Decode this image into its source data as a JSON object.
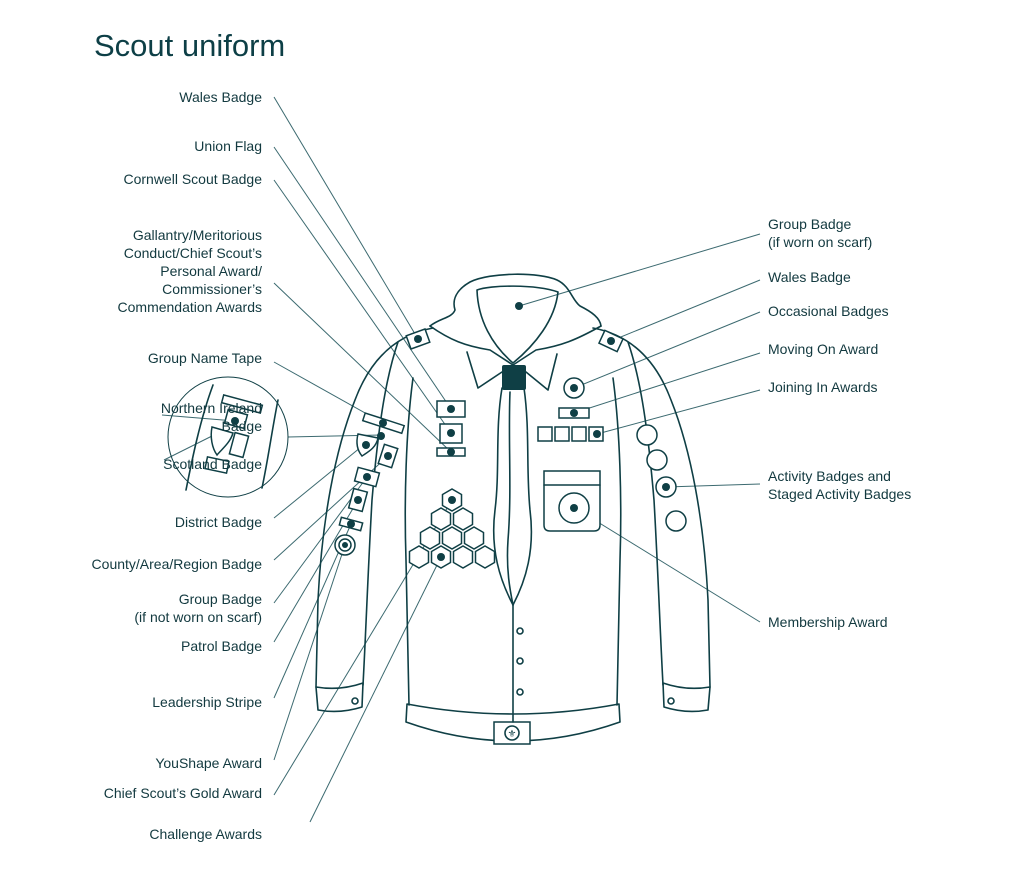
{
  "title": "Scout uniform",
  "colors": {
    "line": "#0f3f45",
    "leader": "#3c6a70",
    "text": "#12393f"
  },
  "left_labels": [
    {
      "id": "wales-badge",
      "lines": [
        "Wales Badge"
      ]
    },
    {
      "id": "union-flag",
      "lines": [
        "Union Flag"
      ]
    },
    {
      "id": "cornwell-scout-badge",
      "lines": [
        "Cornwell Scout Badge"
      ]
    },
    {
      "id": "gallantry",
      "lines": [
        "Gallantry/Meritorious",
        "Conduct/Chief Scout’s",
        "Personal Award/",
        "Commissioner’s",
        "Commendation Awards"
      ]
    },
    {
      "id": "group-name-tape",
      "lines": [
        "Group Name Tape"
      ]
    },
    {
      "id": "northern-ireland-badge",
      "lines": [
        "Northern Ireland",
        "Badge"
      ]
    },
    {
      "id": "scotland-badge",
      "lines": [
        "Scotland Badge"
      ]
    },
    {
      "id": "district-badge",
      "lines": [
        "District Badge"
      ]
    },
    {
      "id": "county-badge",
      "lines": [
        "County/Area/Region Badge"
      ]
    },
    {
      "id": "group-badge-sleeve",
      "lines": [
        "Group Badge",
        "(if not worn on scarf)"
      ]
    },
    {
      "id": "patrol-badge",
      "lines": [
        "Patrol Badge"
      ]
    },
    {
      "id": "leadership-stripe",
      "lines": [
        "Leadership Stripe"
      ]
    },
    {
      "id": "youshape-award",
      "lines": [
        "YouShape Award"
      ]
    },
    {
      "id": "chief-scouts-gold-award",
      "lines": [
        "Chief Scout’s Gold Award"
      ]
    },
    {
      "id": "challenge-awards",
      "lines": [
        "Challenge Awards"
      ]
    }
  ],
  "right_labels": [
    {
      "id": "group-badge-scarf",
      "lines": [
        "Group Badge",
        "(if worn on scarf)"
      ]
    },
    {
      "id": "wales-badge-right",
      "lines": [
        "Wales Badge"
      ]
    },
    {
      "id": "occasional-badges",
      "lines": [
        "Occasional Badges"
      ]
    },
    {
      "id": "moving-on-award",
      "lines": [
        "Moving On Award"
      ]
    },
    {
      "id": "joining-in-awards",
      "lines": [
        "Joining In Awards"
      ]
    },
    {
      "id": "activity-badges",
      "lines": [
        "Activity Badges and",
        "Staged Activity Badges"
      ]
    },
    {
      "id": "membership-award",
      "lines": [
        "Membership Award"
      ]
    }
  ]
}
